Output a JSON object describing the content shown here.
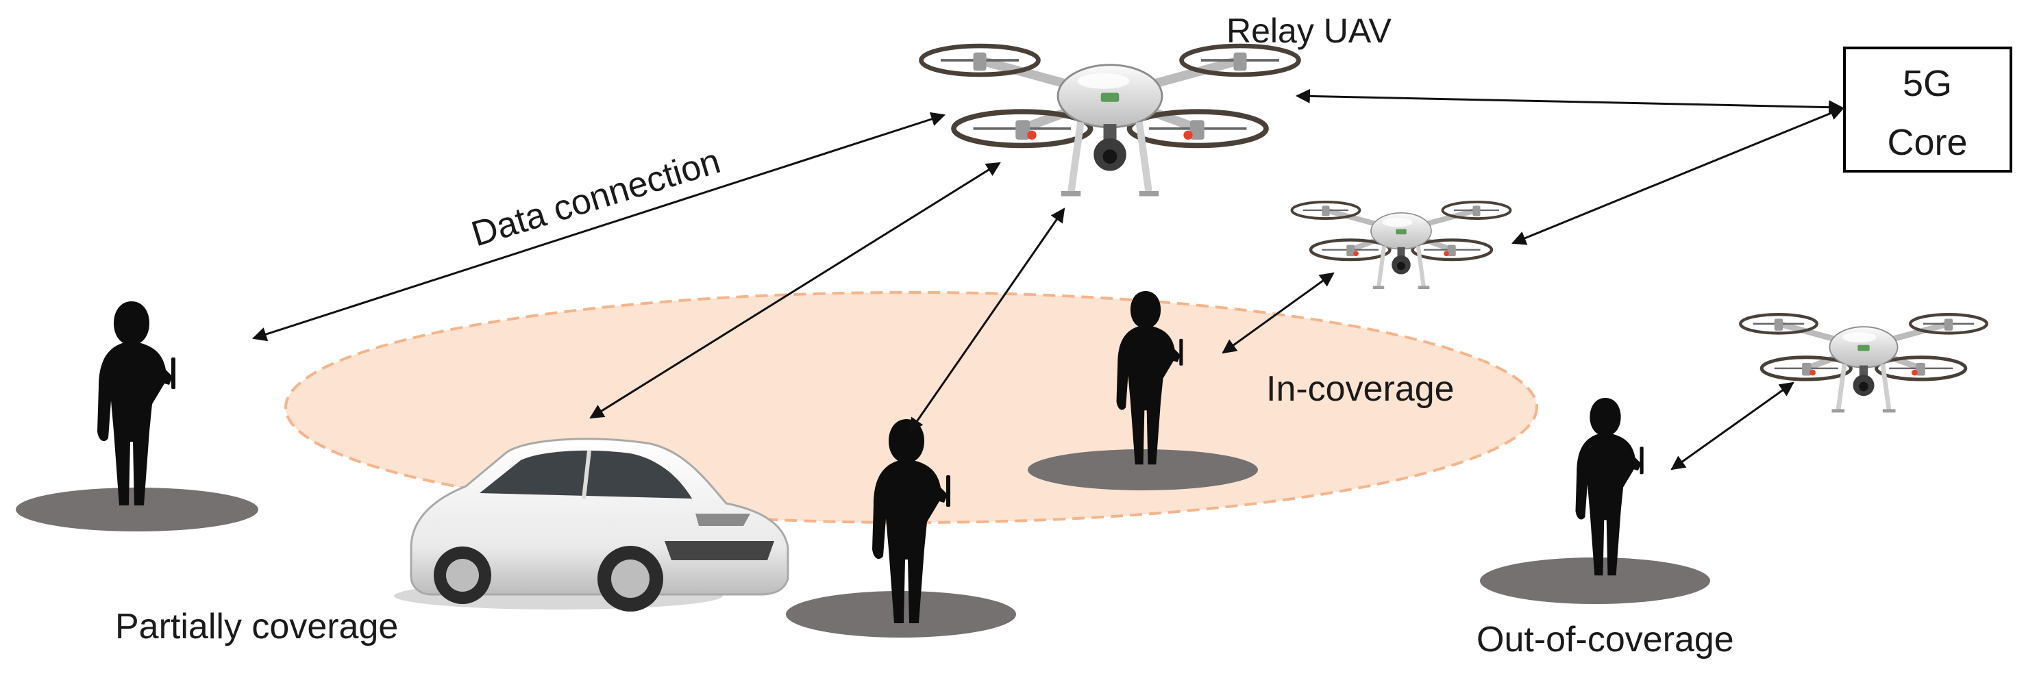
{
  "labels": {
    "relay_uav": "Relay UAV",
    "core_line1": "5G",
    "core_line2": "Core",
    "data_connection": "Data connection",
    "in_coverage": "In-coverage",
    "partial_coverage": "Partially coverage",
    "out_of_coverage": "Out-of-coverage"
  },
  "icons": {
    "drone": "drone-icon",
    "person": "person-silhouette-icon",
    "car": "car-icon",
    "arrow": "double-arrow-icon"
  },
  "colors": {
    "coverage_fill": "#fde3d2",
    "coverage_stroke": "#f4b58c",
    "ground_shadow": "#767171",
    "silhouette": "#0d0d0d",
    "arrow": "#111111",
    "drone_body": "#e4e4e4",
    "rotor_ring": "#4a4038",
    "rotor_light": "#e8402a"
  }
}
